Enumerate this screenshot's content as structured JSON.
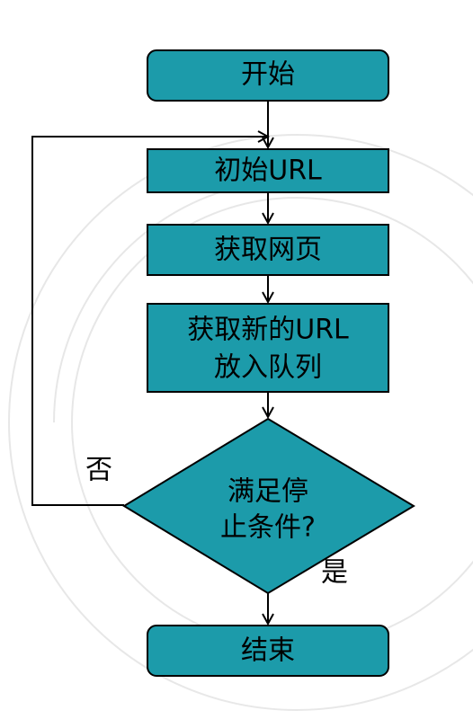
{
  "colors": {
    "node_fill": "#1C9BAA",
    "stroke": "#000000",
    "watermark": "#D8D8D8"
  },
  "nodes": {
    "start": "开始",
    "init_url": "初始URL",
    "fetch_page": "获取网页",
    "queue_line1": "获取新的URL",
    "queue_line2": "放入队列",
    "condition_line1": "满足停",
    "condition_line2": "止条件?",
    "end": "结束"
  },
  "edges": {
    "no": "否",
    "yes": "是"
  }
}
